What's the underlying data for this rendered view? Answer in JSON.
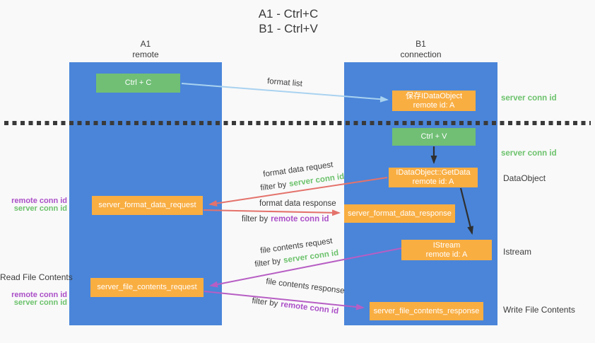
{
  "title": {
    "line1": "A1 - Ctrl+C",
    "line2": "B1 - Ctrl+V"
  },
  "lifelines": {
    "a1": {
      "name": "A1",
      "role": "remote"
    },
    "b1": {
      "name": "B1",
      "role": "connection"
    }
  },
  "boxes": {
    "ctrl_c": "Ctrl + C",
    "ctrl_v": "Ctrl + V",
    "save_idataobject": {
      "line1": "保存IDataObject",
      "line2": "remote id: A"
    },
    "getdata": {
      "line1": "IDataObject::GetData",
      "line2": "remote id: A"
    },
    "istream": {
      "line1": "IStream",
      "line2": "remote id: A"
    },
    "server_format_data_request": "server_format_data_request",
    "server_format_data_response": "server_format_data_response",
    "server_file_contents_request": "server_file_contents_request",
    "server_file_contents_response": "server_file_contents_response"
  },
  "arrow_labels": {
    "format_list": "format list",
    "format_data_request": "format data request",
    "format_data_response": "format data response",
    "file_contents_request": "file contents request",
    "file_contents_response": "file contents response",
    "filter_by": "filter by",
    "server_conn_id": "server conn id",
    "remote_conn_id": "remote conn id"
  },
  "side_labels": {
    "server_conn_id_top": "server conn id",
    "server_conn_id_mid": "server conn id",
    "data_object": "DataObject",
    "istream": "Istream",
    "write_file_contents": "Write File Contents",
    "read_file_contents": "Read File Contents",
    "remote_conn_id": "remote conn id",
    "server_conn_id": "server conn id"
  },
  "colors": {
    "lifeline_blue": "#4a85d9",
    "box_green": "#70bf75",
    "box_orange": "#f9ae42",
    "arrow_light_blue": "#a9d2f0",
    "arrow_red": "#e4726b",
    "arrow_purple": "#b75ec4",
    "arrow_black": "#2f2f2f",
    "label_green": "#6cc26c",
    "label_purple": "#ab4fc8",
    "text_dark": "#3b3b3b",
    "background": "#f9f9f9"
  }
}
